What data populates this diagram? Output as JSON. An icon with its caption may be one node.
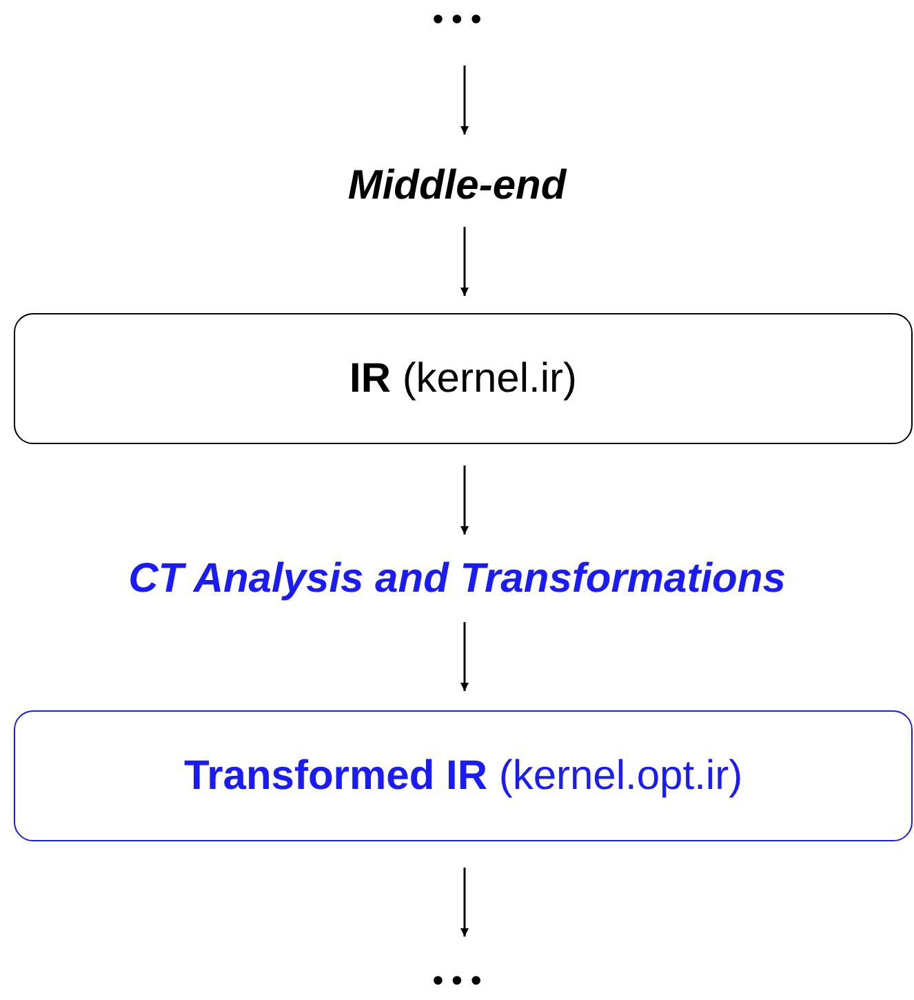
{
  "diagram": {
    "nodes": [
      {
        "text": [
          "• • •"
        ]
      },
      {
        "text": [
          "Middle-end"
        ]
      },
      {
        "text": [
          "**IR** (kernel.ir)"
        ]
      },
      {
        "text": [
          "CT Analysis and Transformations"
        ]
      },
      {
        "text": [
          "**Transformed IR** (kernel.opt.ir)"
        ]
      },
      {
        "text": [
          "• • •"
        ]
      }
    ],
    "edges": [
      {
        "from": 0,
        "to": 1,
        "arrow": "to"
      },
      {
        "from": 1,
        "to": 2,
        "arrow": "to"
      },
      {
        "from": 2,
        "to": 3,
        "arrow": "to"
      },
      {
        "from": 3,
        "to": 4,
        "arrow": "to"
      },
      {
        "from": 4,
        "to": 5,
        "arrow": "to"
      }
    ]
  }
}
